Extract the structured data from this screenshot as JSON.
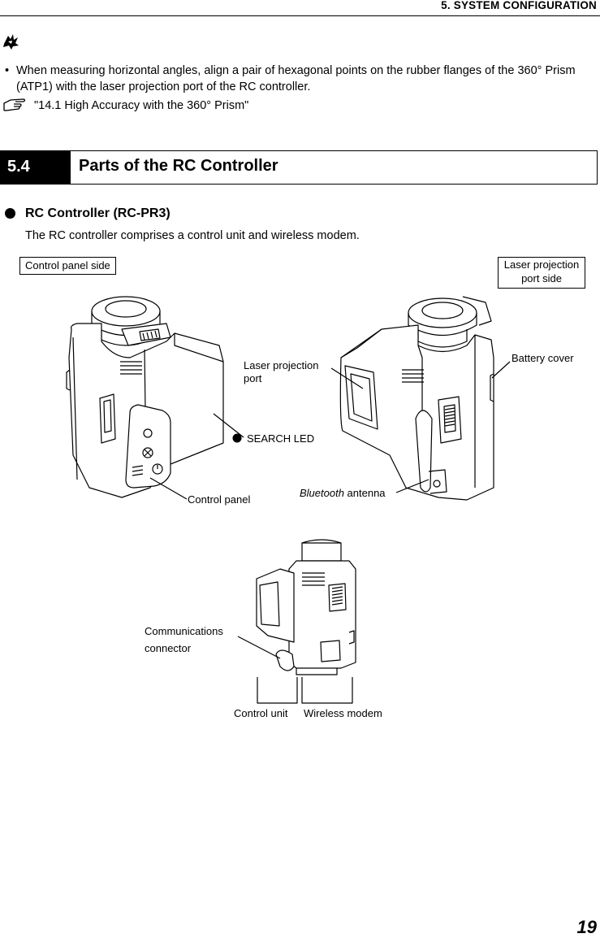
{
  "running_head": "5.  SYSTEM CONFIGURATION",
  "note_icon": "note-hand-icon",
  "bullet": {
    "marker": "•",
    "text": "When measuring horizontal angles, align a pair of hexagonal points on the rubber flanges of the 360° Prism (ATP1) with the laser projection port of the RC controller."
  },
  "reference": {
    "icon": "pointing-hand-icon",
    "text": "\"14.1 High Accuracy with the 360° Prism\""
  },
  "section": {
    "number": "5.4",
    "title": "Parts of the RC Controller"
  },
  "item": {
    "title": "RC Controller (RC-PR3)",
    "description": "The RC controller comprises a control unit and wireless modem."
  },
  "figure_labels": {
    "control_panel_side": "Control panel side",
    "laser_projection_port_side_line1": "Laser projection",
    "laser_projection_port_side_line2": "port side",
    "laser_projection_port_line1": "Laser projection",
    "laser_projection_port_line2": "port",
    "battery_cover": "Battery cover",
    "search_led": "SEARCH LED",
    "control_panel": "Control panel",
    "bluetooth_italic": "Bluetooth",
    "antenna": " antenna",
    "communications_connector_line1": "Communications",
    "communications_connector_line2": "connector",
    "control_unit": "Control unit",
    "wireless_modem": "Wireless modem"
  },
  "page_number": "19"
}
